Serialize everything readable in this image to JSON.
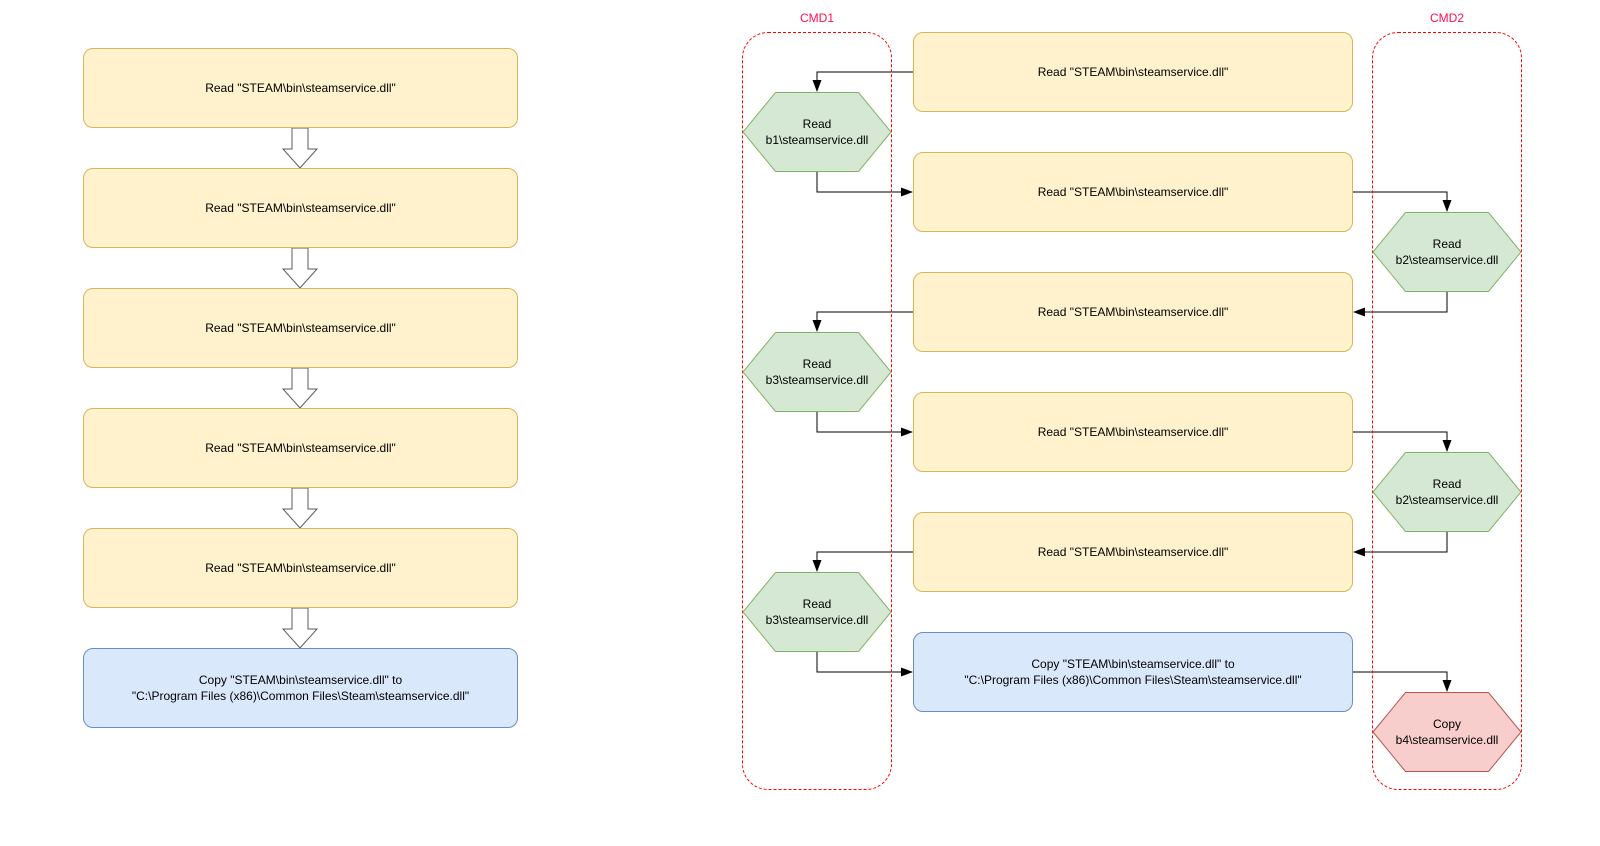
{
  "diagram": {
    "left_flow": {
      "read_step_label": "Read \"STEAM\\bin\\steamservice.dll\"",
      "copy_step_label": "Copy \"STEAM\\bin\\steamservice.dll\" to\n\"C:\\Program Files (x86)\\Common Files\\Steam\\steamservice.dll\""
    },
    "right_flow": {
      "groups": {
        "cmd1": {
          "label": "CMD1"
        },
        "cmd2": {
          "label": "CMD2"
        }
      },
      "read_step_label": "Read \"STEAM\\bin\\steamservice.dll\"",
      "copy_step_label": "Copy \"STEAM\\bin\\steamservice.dll\" to\n\"C:\\Program Files (x86)\\Common Files\\Steam\\steamservice.dll\"",
      "hex_b1_label": "Read\nb1\\steamservice.dll",
      "hex_b2_label": "Read\nb2\\steamservice.dll",
      "hex_b3_label": "Read\nb3\\steamservice.dll",
      "hex_b4_label": "Copy\nb4\\steamservice.dll"
    },
    "colors": {
      "process_fill": "#fff2cc",
      "process_stroke": "#d6b656",
      "copy_fill": "#dae8fc",
      "copy_stroke": "#6c8ebf",
      "hex_read_fill": "#d5e8d4",
      "hex_read_stroke": "#82b366",
      "hex_copy_fill": "#f8cecc",
      "hex_copy_stroke": "#b85450",
      "group_border": "#ff0000",
      "group_label_text": "#ff0f4d",
      "connector": "#000000",
      "block_arrow_fill": "#ffffff",
      "block_arrow_stroke": "#5c5c5c"
    }
  }
}
